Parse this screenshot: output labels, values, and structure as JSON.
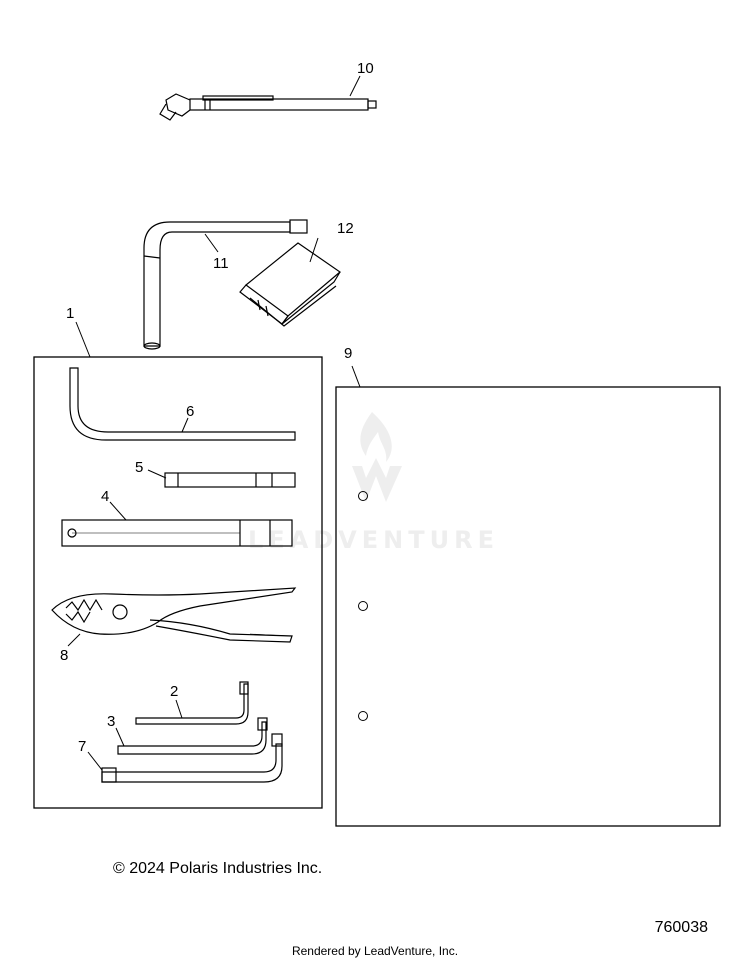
{
  "diagram": {
    "callouts": {
      "c1": "1",
      "c2": "2",
      "c3": "3",
      "c4": "4",
      "c5": "5",
      "c6": "6",
      "c7": "7",
      "c8": "8",
      "c9": "9",
      "c10": "10",
      "c11": "11",
      "c12": "12"
    },
    "watermark_text": "LEADVENTURE"
  },
  "footer": {
    "copyright": "© 2024 Polaris Industries Inc.",
    "diagram_id": "760038",
    "rendered_by": "Rendered by LeadVenture, Inc."
  }
}
